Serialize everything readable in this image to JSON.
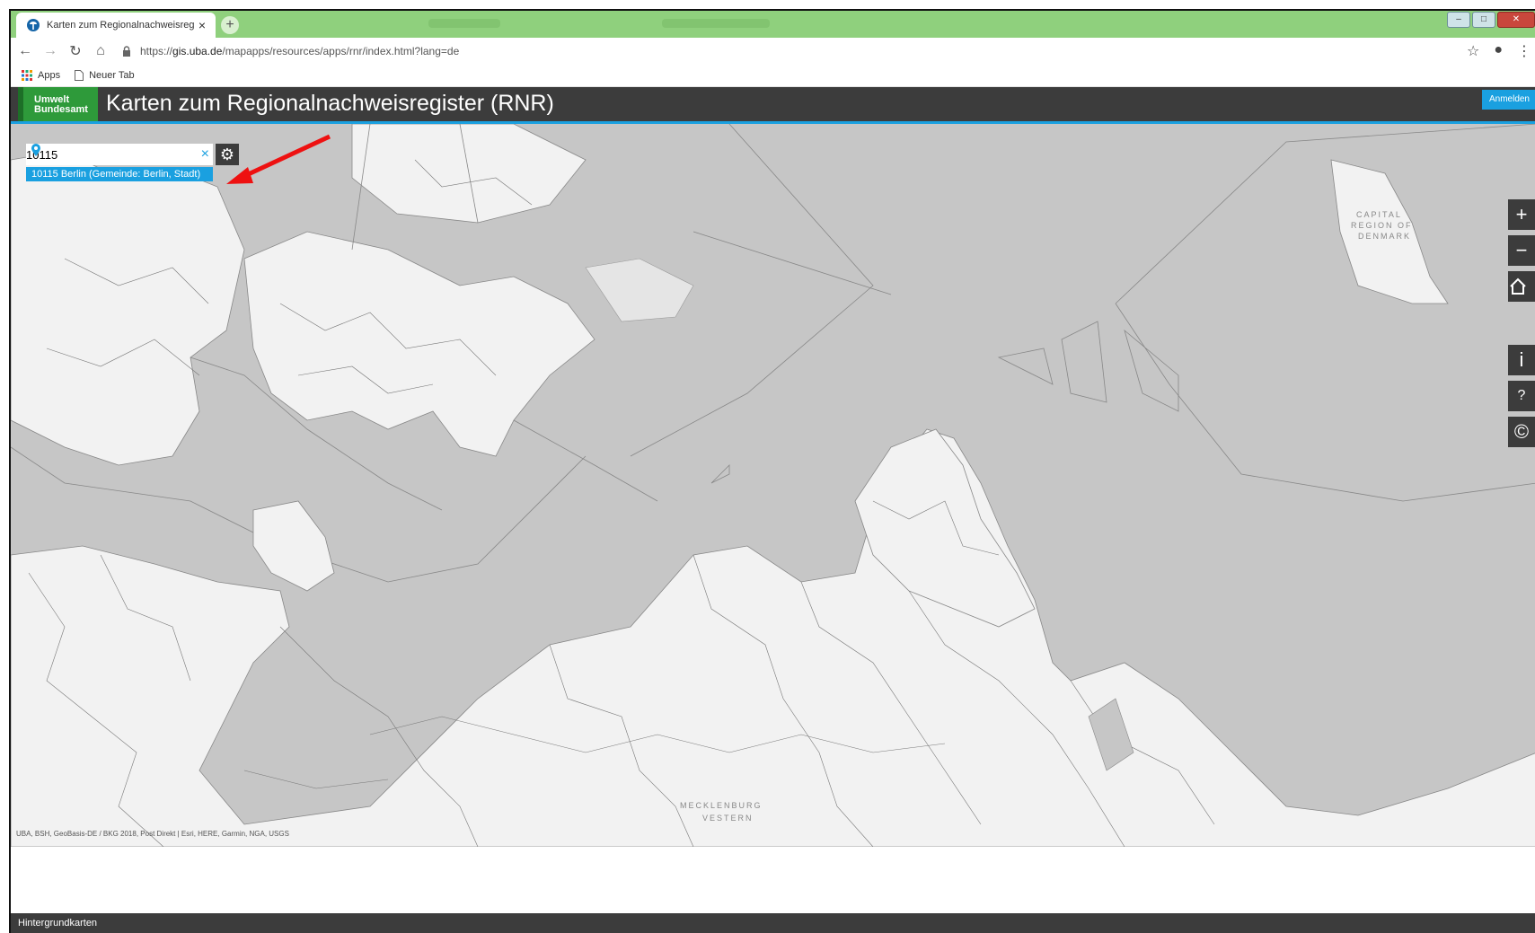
{
  "browser": {
    "tab_title": "Karten zum Regionalnachweisreg",
    "tab_close": "×",
    "new_tab": "+",
    "url_scheme": "https://",
    "url_host": "gis.uba.de",
    "url_path": "/mapapps/resources/apps/rnr/index.html?lang=de",
    "bookmarks": [
      {
        "label": "Apps",
        "icon": "apps-grid-icon"
      },
      {
        "label": "Neuer Tab",
        "icon": "page-icon"
      }
    ]
  },
  "app": {
    "logo_line1": "Umwelt",
    "logo_line2": "Bundesamt",
    "title": "Karten zum Regionalnachweisregister (RNR)",
    "login_label": "Anmelden"
  },
  "search": {
    "value": "10115",
    "clear": "×",
    "suggestion": "10115 Berlin (Gemeinde: Berlin, Stadt)"
  },
  "map": {
    "attribution": "UBA, BSH, GeoBasis-DE / BKG 2018, Post Direkt | Esri, HERE, Garmin, NGA, USGS",
    "label_region": "MECKLENBURG",
    "label_region2": "VESTERN",
    "label_denmark1": "CAPITAL",
    "label_denmark2": "REGION OF",
    "label_denmark3": "DENMARK",
    "tools": {
      "zoom_in": "+",
      "zoom_out": "−",
      "info": "i",
      "help": "?",
      "copyright": "©"
    }
  },
  "footer": {
    "label": "Hintergrundkarten"
  },
  "colors": {
    "header_bg": "#3c3c3c",
    "accent": "#1aa0e0",
    "logo_green": "#2e9a3a",
    "water": "#c6c6c6",
    "land": "#f2f2f2"
  }
}
